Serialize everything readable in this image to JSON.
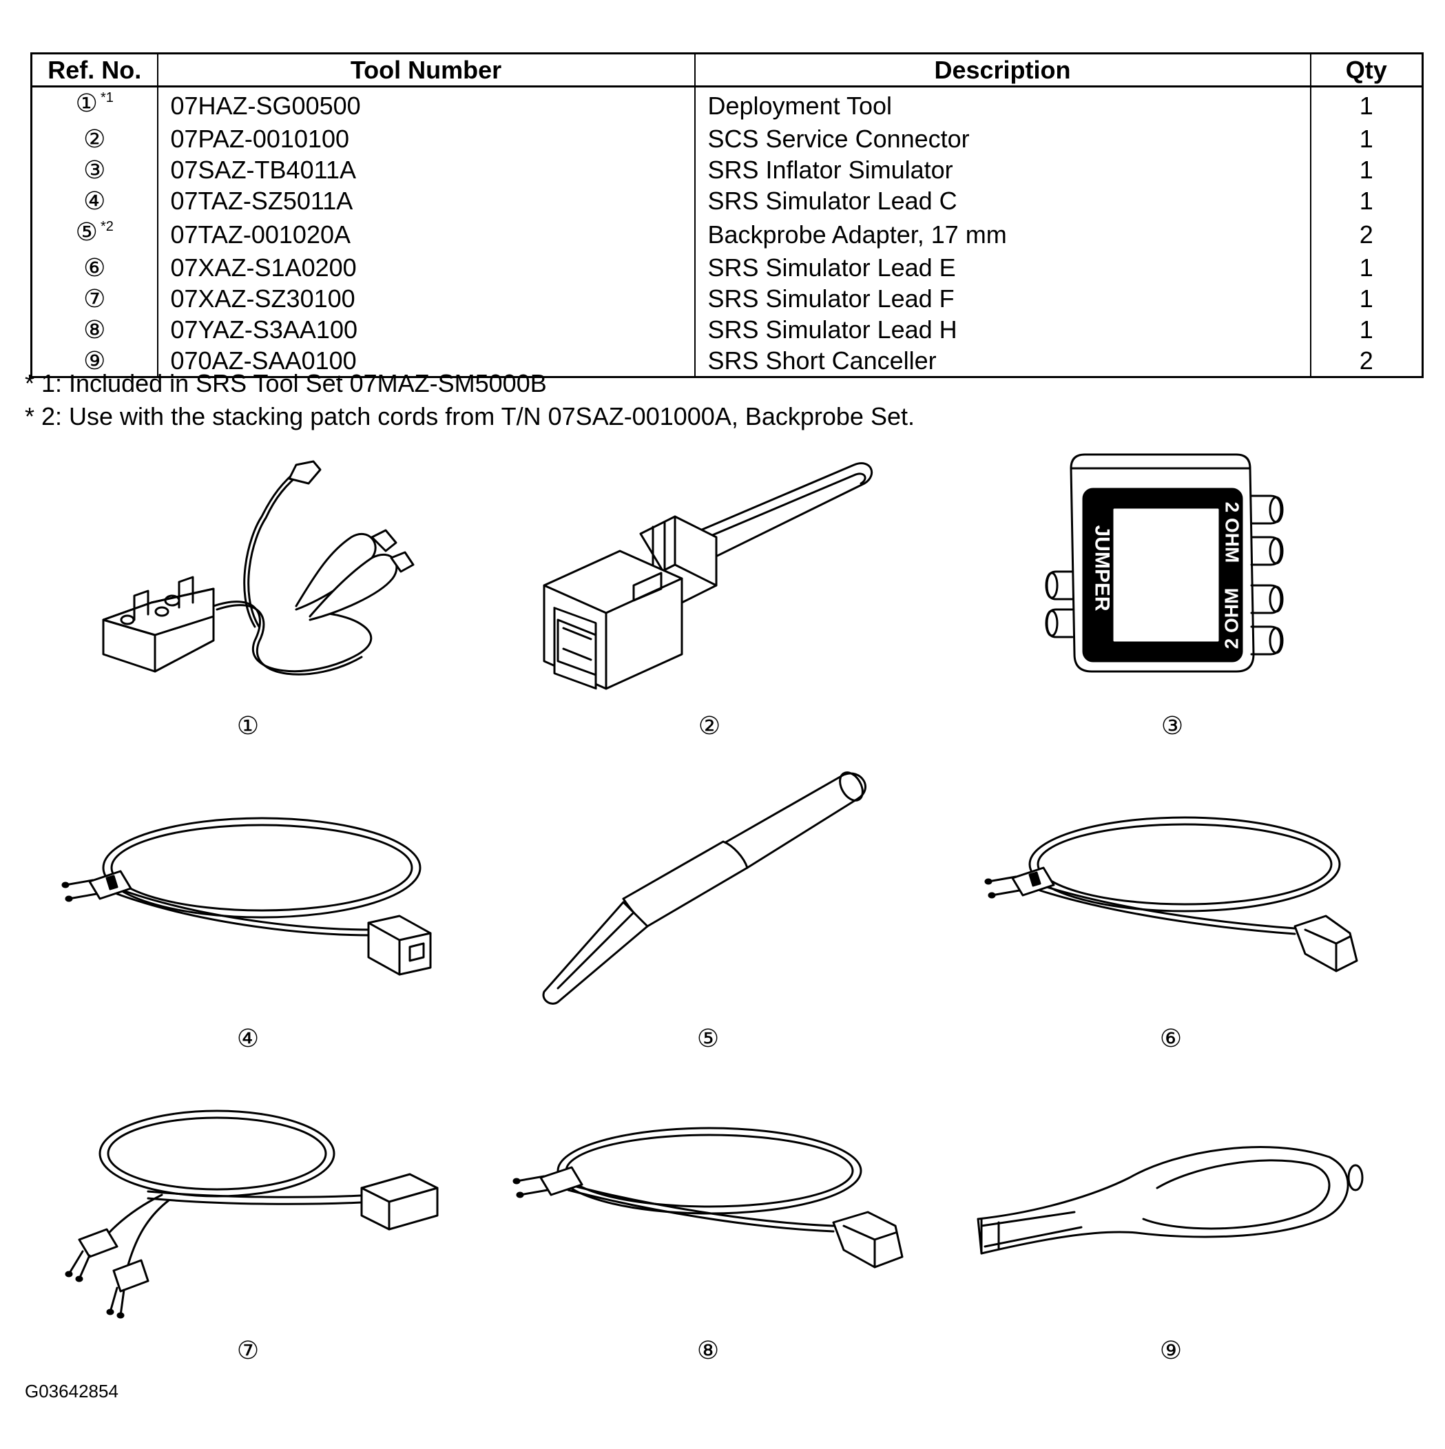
{
  "table": {
    "headers": {
      "ref": "Ref. No.",
      "tool": "Tool Number",
      "desc": "Description",
      "qty": "Qty"
    },
    "rows": [
      {
        "ref": "①",
        "note": "*1",
        "tool": "07HAZ-SG00500",
        "desc": "Deployment Tool",
        "qty": "1"
      },
      {
        "ref": "②",
        "note": "",
        "tool": "07PAZ-0010100",
        "desc": "SCS Service Connector",
        "qty": "1"
      },
      {
        "ref": "③",
        "note": "",
        "tool": "07SAZ-TB4011A",
        "desc": "SRS Inflator Simulator",
        "qty": "1"
      },
      {
        "ref": "④",
        "note": "",
        "tool": "07TAZ-SZ5011A",
        "desc": "SRS Simulator Lead C",
        "qty": "1"
      },
      {
        "ref": "⑤",
        "note": "*2",
        "tool": "07TAZ-001020A",
        "desc": "Backprobe Adapter, 17 mm",
        "qty": "2"
      },
      {
        "ref": "⑥",
        "note": "",
        "tool": "07XAZ-S1A0200",
        "desc": "SRS Simulator Lead E",
        "qty": "1"
      },
      {
        "ref": "⑦",
        "note": "",
        "tool": "07XAZ-SZ30100",
        "desc": "SRS Simulator Lead F",
        "qty": "1"
      },
      {
        "ref": "⑧",
        "note": "",
        "tool": "07YAZ-S3AA100",
        "desc": "SRS Simulator Lead H",
        "qty": "1"
      },
      {
        "ref": "⑨",
        "note": "",
        "tool": "070AZ-SAA0100",
        "desc": "SRS Short Canceller",
        "qty": "2"
      }
    ]
  },
  "notes": [
    "* 1: Included in SRS Tool Set 07MAZ-SM5000B",
    "* 2: Use with the stacking patch cords from T/N 07SAZ-001000A, Backprobe Set."
  ],
  "figures": {
    "labels": [
      "①",
      "②",
      "③",
      "④",
      "⑤",
      "⑥",
      "⑦",
      "⑧",
      "⑨"
    ],
    "simulator_text": {
      "left": "JUMPER",
      "right_top": "2 OHM",
      "right_bottom": "2 OHM"
    }
  },
  "figure_id": "G03642854"
}
